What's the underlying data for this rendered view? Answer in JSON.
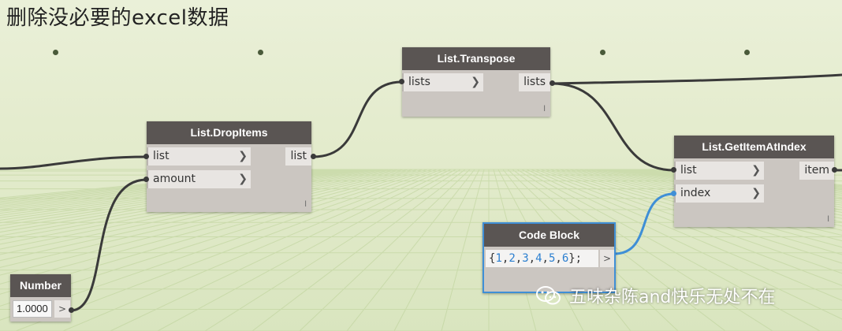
{
  "canvas": {
    "title": "删除没必要的excel数据",
    "watermark_text": "五味杂陈and快乐无处不在",
    "colors": {
      "background": "#e2ebcf",
      "node_header": "#5a5553",
      "node_body": "#cbc6c1",
      "wire": "#3a3a3a",
      "selected_wire": "#3f8fd6",
      "selected_border": "#3f8fd6"
    }
  },
  "nodes": {
    "transpose": {
      "title": "List.Transpose",
      "inputs": [
        "lists"
      ],
      "outputs": [
        "lists"
      ],
      "lacing": "l"
    },
    "dropitems": {
      "title": "List.DropItems",
      "inputs": [
        "list",
        "amount"
      ],
      "outputs": [
        "list"
      ],
      "lacing": "l"
    },
    "getitem": {
      "title": "List.GetItemAtIndex",
      "inputs": [
        "list",
        "index"
      ],
      "outputs": [
        "item"
      ],
      "lacing": "l"
    },
    "codeblock": {
      "title": "Code Block",
      "code_prefix": "{",
      "code_values": [
        "1",
        "2",
        "3",
        "4",
        "5",
        "6"
      ],
      "code_suffix": "};",
      "output_arrow": ">"
    },
    "number": {
      "title": "Number",
      "value": "1.0000",
      "output_arrow": ">"
    }
  },
  "icons": {
    "port_chevron": "chevron-right-icon",
    "watermark_logo": "wechat-icon"
  }
}
